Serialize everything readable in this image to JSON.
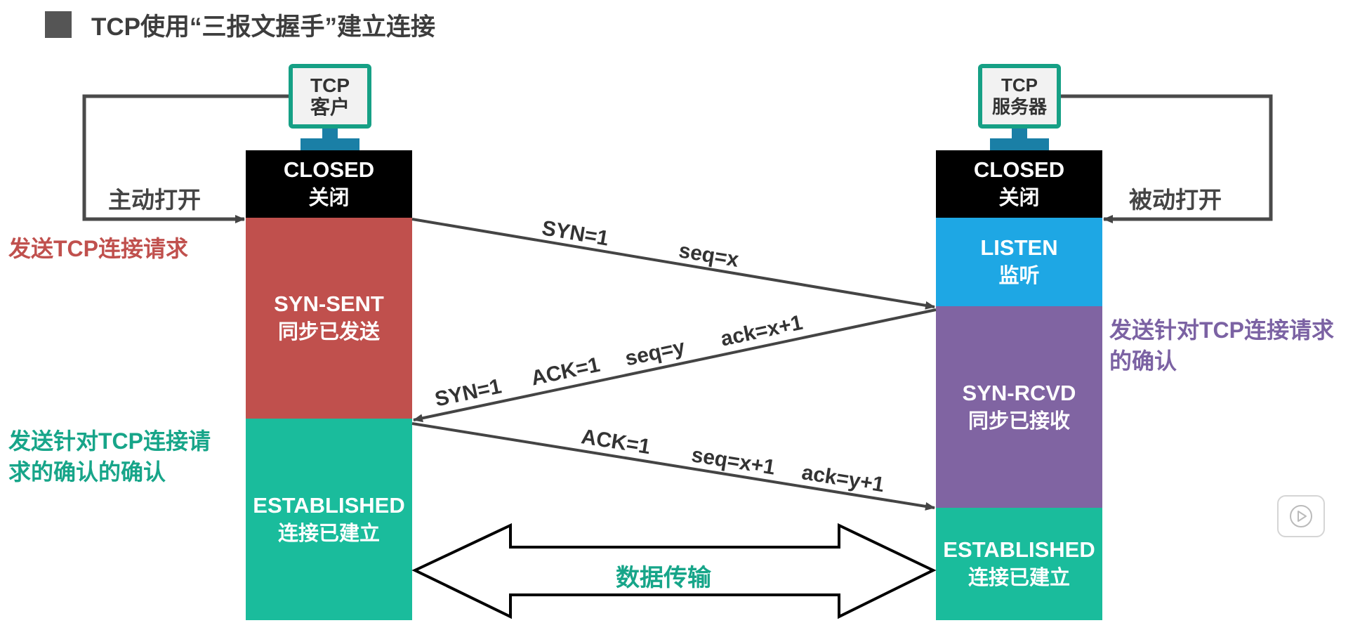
{
  "title": "TCP使用“三报文握手”建立连接",
  "client": {
    "monitor_line1": "TCP",
    "monitor_line2": "客户",
    "side_label": "主动打开",
    "states": [
      {
        "en": "CLOSED",
        "cn": "关闭",
        "color": "#000000"
      },
      {
        "en": "SYN-SENT",
        "cn": "同步已发送",
        "color": "#c0504d"
      },
      {
        "en": "ESTABLISHED",
        "cn": "连接已建立",
        "color": "#1abc9c"
      }
    ]
  },
  "server": {
    "monitor_line1": "TCP",
    "monitor_line2": "服务器",
    "side_label": "被动打开",
    "states": [
      {
        "en": "CLOSED",
        "cn": "关闭",
        "color": "#000000"
      },
      {
        "en": "LISTEN",
        "cn": "监听",
        "color": "#1ea7e4"
      },
      {
        "en": "SYN-RCVD",
        "cn": "同步已接收",
        "color": "#8064a2"
      },
      {
        "en": "ESTABLISHED",
        "cn": "连接已建立",
        "color": "#1abc9c"
      }
    ]
  },
  "notes": {
    "client_send_request": "发送TCP连接请求",
    "server_ack_line1": "发送针对TCP连接请求",
    "server_ack_line2": "的确认",
    "client_ack_line1": "发送针对TCP连接请",
    "client_ack_line2": "求的确认的确认"
  },
  "messages": {
    "msg1": {
      "syn": "SYN=1",
      "seq": "seq=x"
    },
    "msg2": {
      "syn": "SYN=1",
      "ack_flag": "ACK=1",
      "seq": "seq=y",
      "ack": "ack=x+1"
    },
    "msg3": {
      "ack_flag": "ACK=1",
      "seq": "seq=x+1",
      "ack": "ack=y+1"
    }
  },
  "data_transfer": "数据传输",
  "colors": {
    "accent_green": "#17a589",
    "red": "#c0504d",
    "purple": "#7b62a3",
    "listen_blue": "#1ea7e4",
    "monitor_base": "#1a7fa6"
  },
  "icons": {
    "play": "play-icon",
    "title_marker": "square-marker-icon"
  }
}
